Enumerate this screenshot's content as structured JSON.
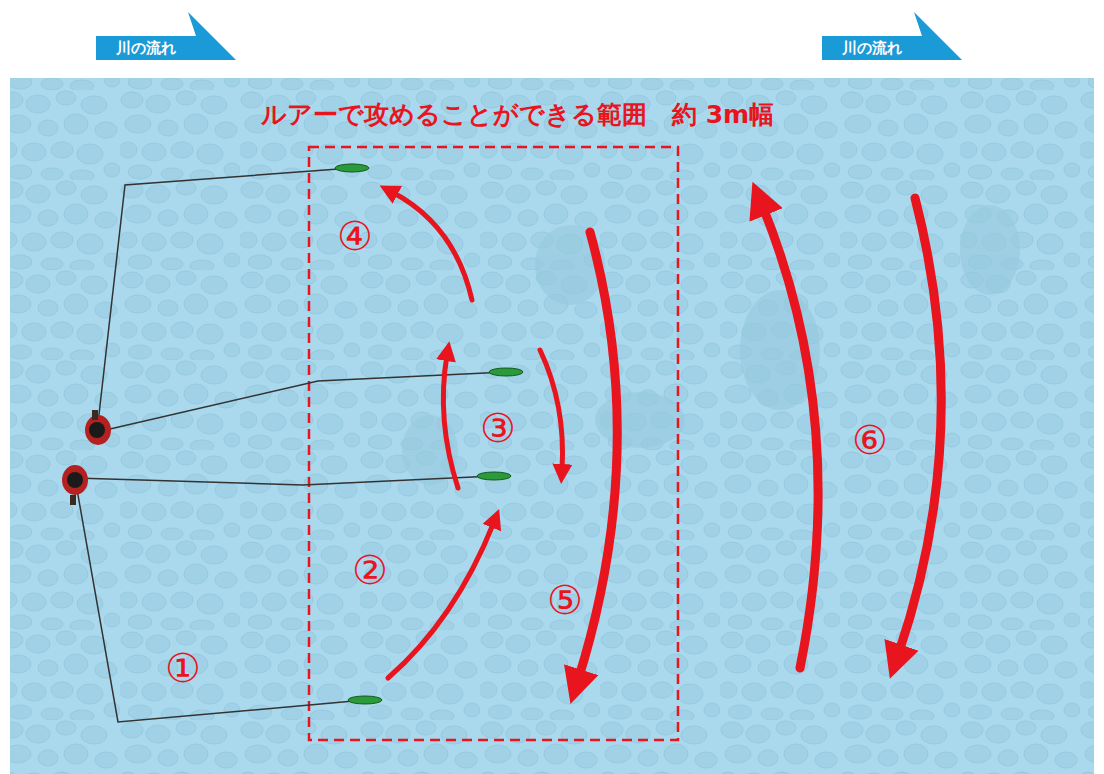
{
  "diagram": {
    "title": "ルアーで攻めることができる範囲　約 3m幅",
    "nodes": [
      {
        "text": [
          "川の流れ"
        ]
      },
      {
        "text": [
          "川の流れ"
        ]
      }
    ],
    "edges": [],
    "labels": [
      "①",
      "②",
      "③",
      "④",
      "⑤",
      "⑥"
    ]
  }
}
